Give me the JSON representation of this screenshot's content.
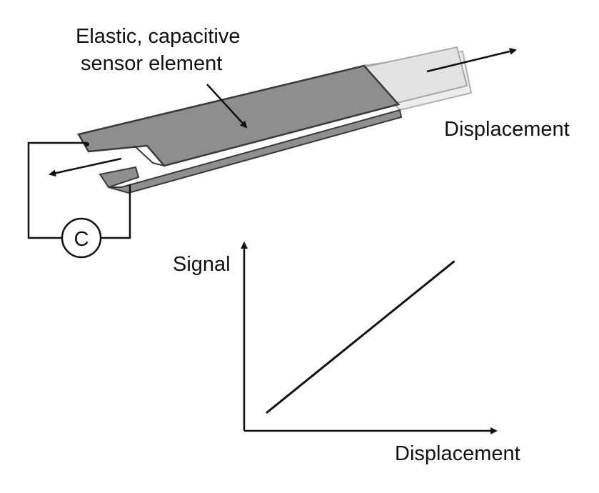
{
  "sensor": {
    "label_line1": "Elastic, capacitive",
    "label_line2": "sensor element",
    "displacement_label": "Displacement",
    "capacitor_symbol": "C",
    "colors": {
      "sensor_fill": "#8f8f8f",
      "sensor_edge": "#3a3a3a",
      "stretched_fill": "#e6e6e6",
      "stretched_edge": "#a8a8a8",
      "line": "#111111"
    }
  },
  "graph": {
    "ylabel": "Signal",
    "xlabel": "Displacement"
  },
  "chart_data": {
    "type": "line",
    "title": "",
    "xlabel": "Displacement",
    "ylabel": "Signal",
    "series": [
      {
        "x": [
          0.1,
          0.95
        ],
        "y": [
          0.1,
          0.95
        ]
      }
    ],
    "grid": false
  }
}
